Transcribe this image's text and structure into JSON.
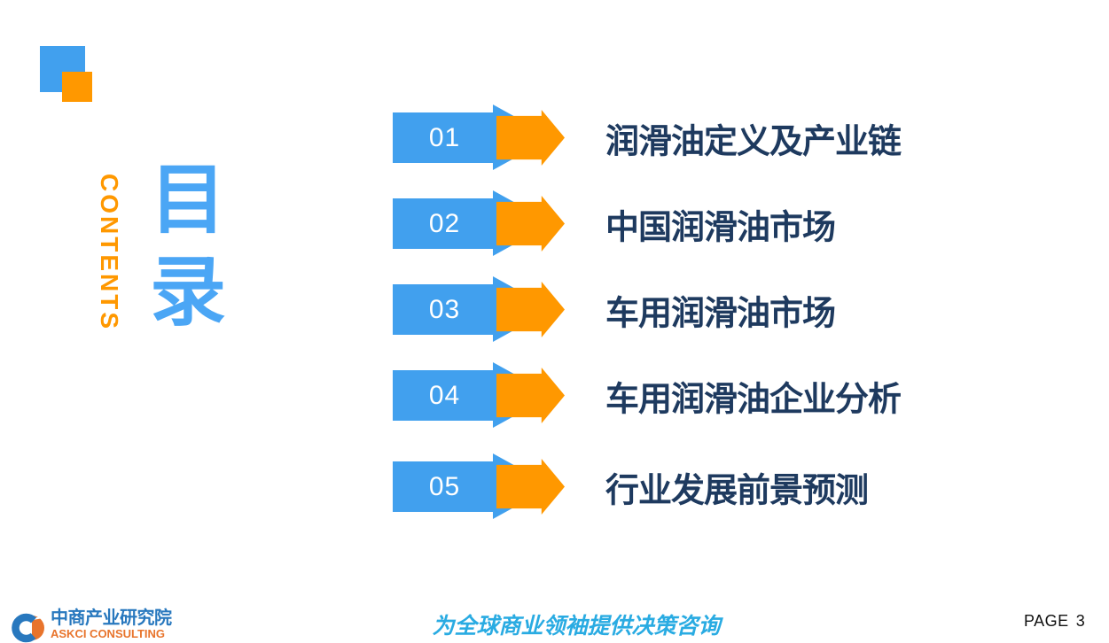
{
  "toc": {
    "contents_label": "CONTENTS",
    "title_chars": [
      "目",
      "录"
    ],
    "items": [
      {
        "number": "01",
        "title": "润滑油定义及产业链"
      },
      {
        "number": "02",
        "title": "中国润滑油市场"
      },
      {
        "number": "03",
        "title": "车用润滑油市场"
      },
      {
        "number": "04",
        "title": "车用润滑油企业分析"
      },
      {
        "number": "05",
        "title": "行业发展前景预测"
      }
    ]
  },
  "footer": {
    "slogan": "为全球商业领袖提供决策咨询",
    "page_label": "PAGE",
    "page_number": "3",
    "logo_name_cn": "中商产业研究院",
    "logo_name_en": "ASKCI CONSULTING"
  },
  "colors": {
    "brand_blue": "#41A0EE",
    "brand_orange": "#FF9800",
    "toc_title_blue": "#4BA6F5",
    "title_navy": "#1E3A5F",
    "slogan_blue": "#29ABE2",
    "logo_blue": "#2878BE",
    "logo_orange": "#E8742C",
    "number_white": "#FFFFFF",
    "page_text": "#111111"
  }
}
